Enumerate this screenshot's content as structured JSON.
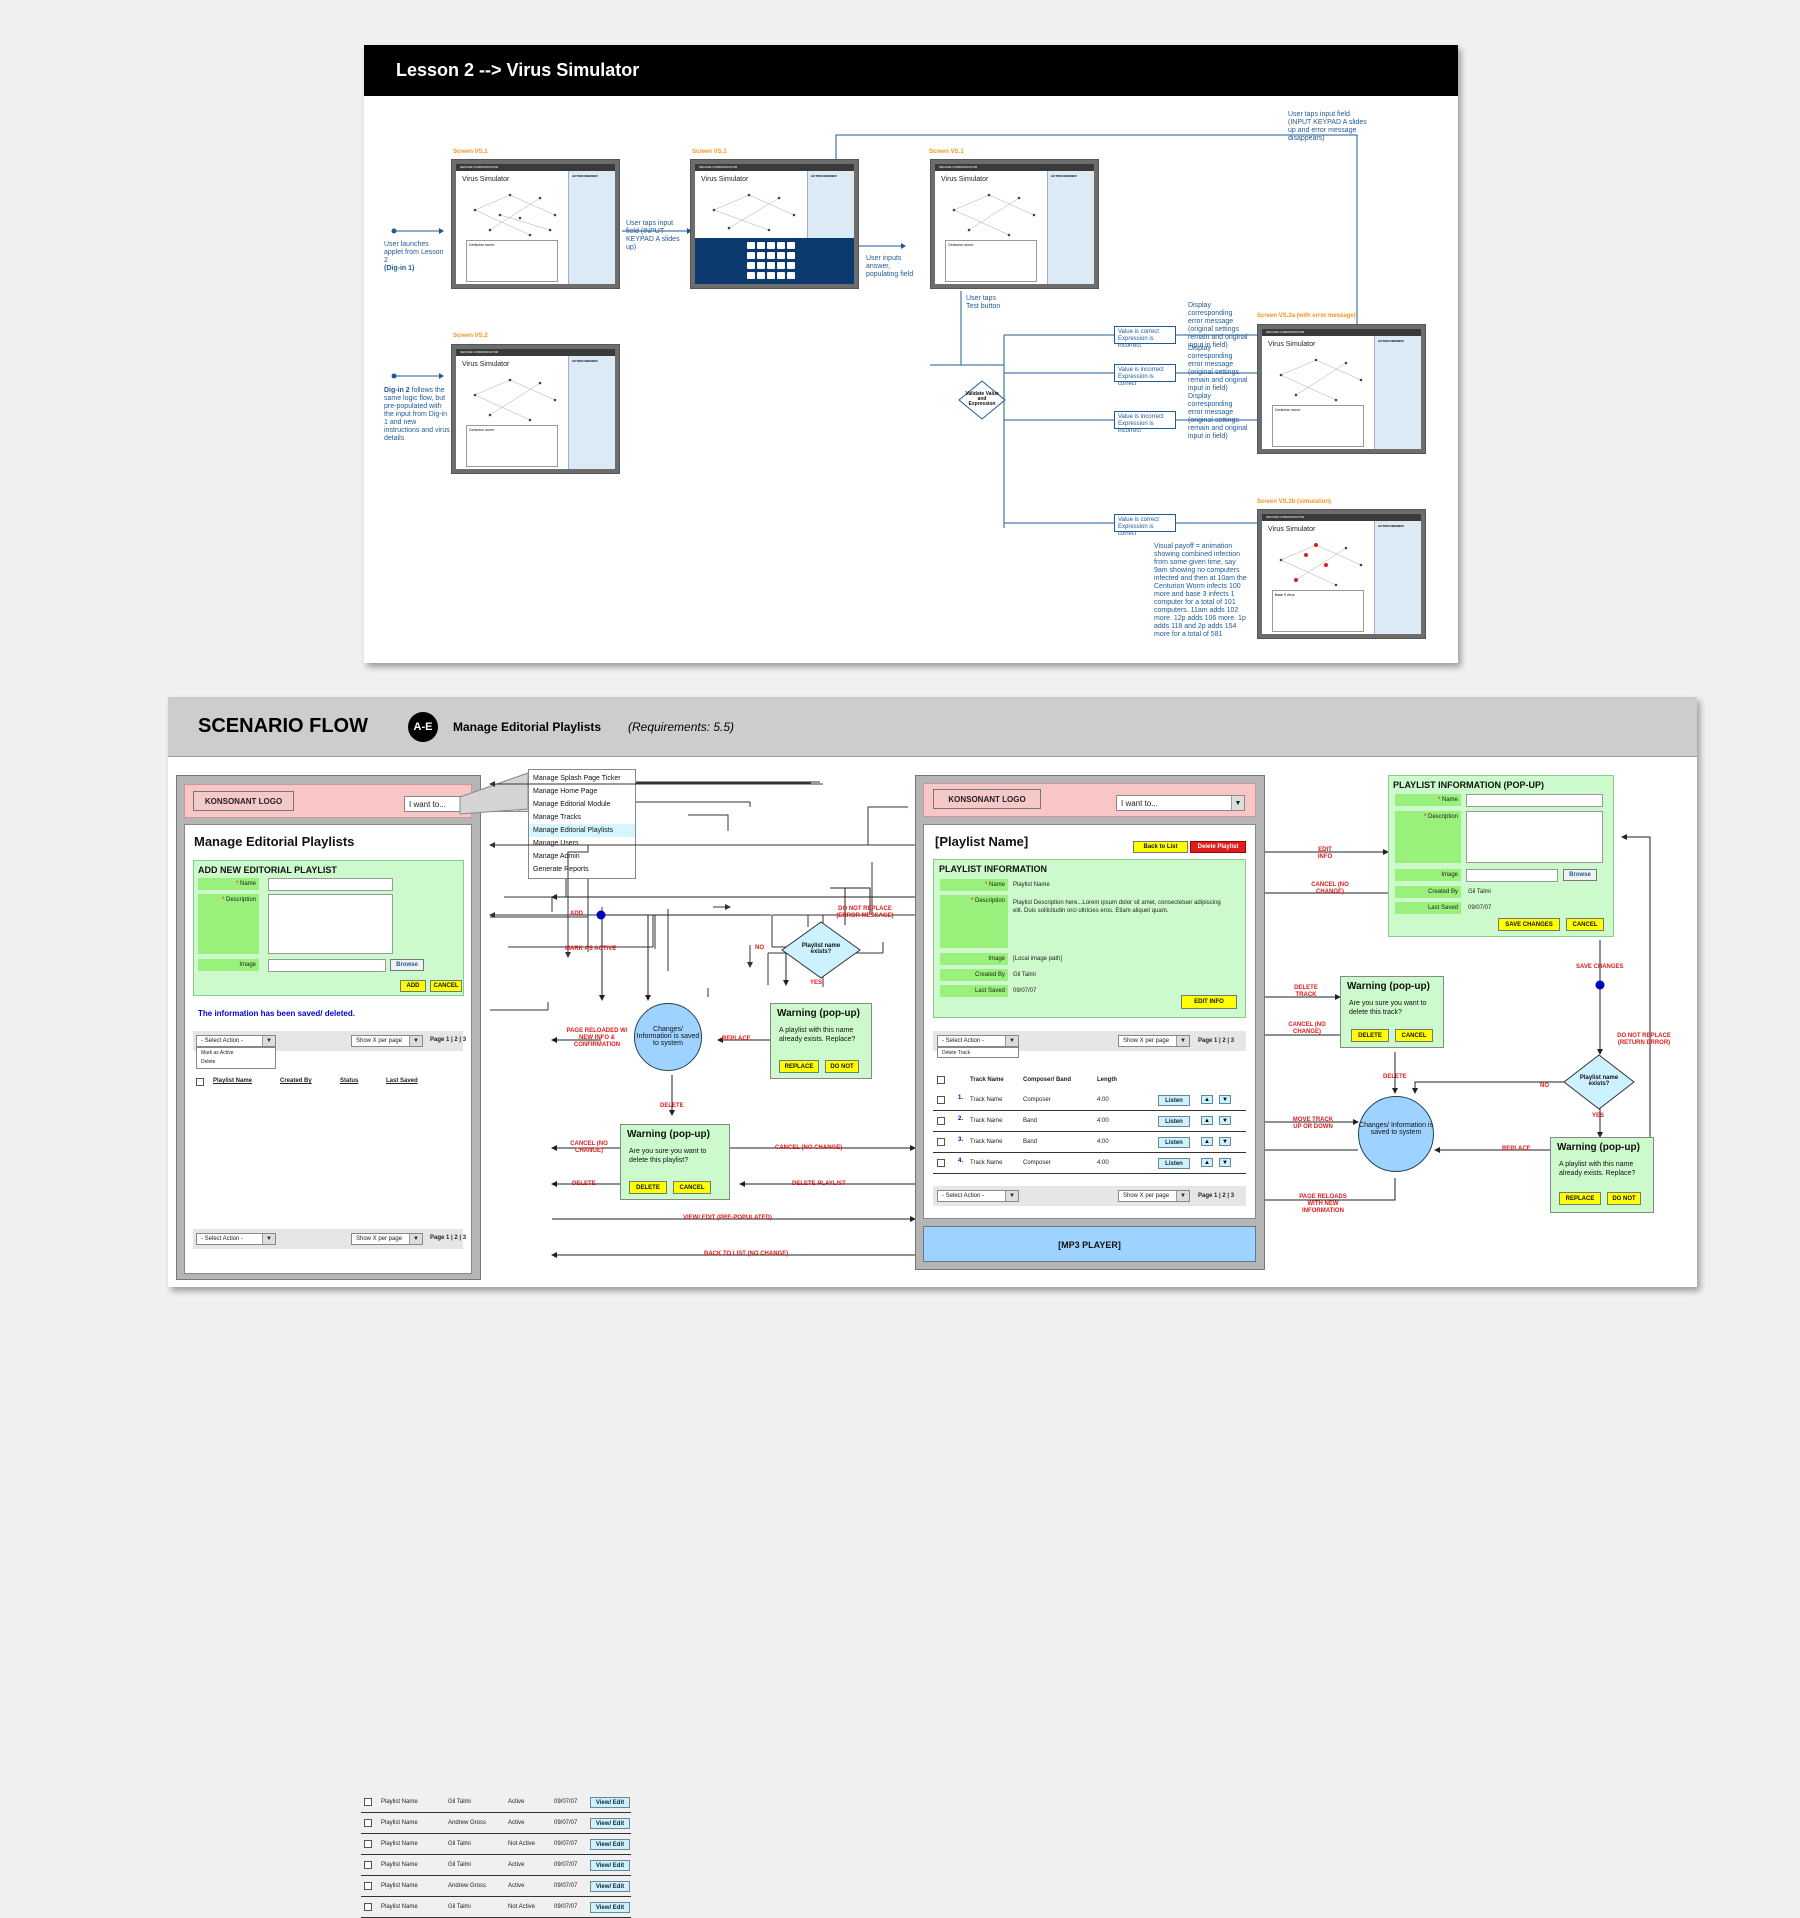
{
  "lesson": {
    "title": "Lesson 2  --> Virus Simulator",
    "screen_vs1": "Screen VS.1",
    "screen_vs2": "Screen VS.2",
    "screen_vs2a": "Screen VS.2a (with error message)",
    "screen_vs2b": "Screen VS.2b (simulation)",
    "thumb_header": "SECURE COMMUNICATOR",
    "thumb_title": "Virus Simulator",
    "thumb_action": "ACTION NEEDED!",
    "thumb_test": "Test",
    "thumb_worm": "Centurion worm:",
    "thumb_base": "Base 3 virus:",
    "notes": {
      "launch": "User launches applet from Lesson 2",
      "digin1": "(Dig-in 1)",
      "taps_input": "User taps input field (INPUT KEYPAD A slides up)",
      "inputs": "User inputs answer, populating field",
      "taps_test": "User taps Test button",
      "top_right": "User taps input field (INPUT KEYPAD A slides up and error message disappears)",
      "digin2_bold": "Dig-in 2",
      "digin2": "follows the same logic flow, but pre-populated with the input from Dig-in 1 and new instructions and virus details",
      "validate": "Validate Value and Expression",
      "payoff": "Visual payoff = animation showing combined infection from some given time, say 9am showing no computers infected and then at 10am the Centurion Worm infects 100 more and base 3 infects 1 computer for a total of 101 computers. 11am adds 102 more. 12p adds 106 more. 1p adds 118 and 2p adds 154 more for a total of 581"
    },
    "flow_boxes": [
      {
        "line1": "Value is correct",
        "line2": "Expression is incorrect",
        "note": "Display corresponding error message (original settings remain and original input in field)"
      },
      {
        "line1": "Value is incorrect",
        "line2": "Expression is correct",
        "note": "Display corresponding error message (original settings remain and original input in field)"
      },
      {
        "line1": "Value is incorrect",
        "line2": "Expression is incorrect",
        "note": "Display corresponding error message (original settings remain and original input in field)"
      },
      {
        "line1": "Value is correct",
        "line2": "Expression is correct",
        "note": ""
      }
    ]
  },
  "scenario": {
    "title": "SCENARIO FLOW",
    "badge": "A-E",
    "subtitle": "Manage Editorial Playlists",
    "requirements": "(Requirements: 5.5)",
    "logo": "KONSONANT LOGO",
    "i_want": "I want to...",
    "menu": [
      "Manage Splash Page Ticker",
      "Manage Home Page",
      "Manage Editorial Module",
      "Manage Tracks",
      "Manage Editorial Playlists",
      "Manage Users",
      "Manage Admin",
      "Generate Reports"
    ],
    "left": {
      "page_title": "Manage Editorial Playlists",
      "form_title": "ADD NEW EDITORIAL PLAYLIST",
      "name": "Name",
      "description": "Description",
      "image": "Image",
      "browse": "Browse",
      "add": "ADD",
      "cancel": "CANCEL",
      "saved_msg": "The information has been saved/ deleted.",
      "select_action": "- Select Action -",
      "dd_opt1": "Mark as Active",
      "dd_opt2": "Delete",
      "show_x": "Show X per page",
      "page_prefix": "Page",
      "page_nums": "1 | 2 | 3",
      "cols": [
        "Playlist Name",
        "Created By",
        "Status",
        "Last Saved"
      ],
      "view_edit": "View/ Edit",
      "rows": [
        {
          "name": "Playlist Name",
          "by": "Gil Talmi",
          "status": "Active",
          "date": "09/07/07"
        },
        {
          "name": "Playlist Name",
          "by": "Andrew Gross",
          "status": "Active",
          "date": "09/07/07"
        },
        {
          "name": "Playlist Name",
          "by": "Gil Talmi",
          "status": "Not Active",
          "date": "09/07/07"
        },
        {
          "name": "Playlist Name",
          "by": "Gil Talmi",
          "status": "Active",
          "date": "09/07/07"
        },
        {
          "name": "Playlist Name",
          "by": "Andrew Gross",
          "status": "Active",
          "date": "09/07/07"
        },
        {
          "name": "Playlist Name",
          "by": "Gil Talmi",
          "status": "Not Active",
          "date": "09/07/07"
        }
      ]
    },
    "center": {
      "warn_title": "Warning (pop-up)",
      "warn_exists": "A playlist with this name already exists. Replace?",
      "replace": "REPLACE",
      "do_not": "DO NOT",
      "circle": "Changes/ Information is saved to system",
      "diamond": "Playlist name exists?",
      "warn_delete": "Are you sure you want to delete this playlist?",
      "delete": "DELETE",
      "cancel": "CANCEL",
      "labels": {
        "add": "ADD",
        "mark_active": "MARK AS ACTIVE",
        "page_reloaded": "PAGE RELOADED W/ NEW INFO & CONFIRMATION",
        "replace": "REPLACE",
        "no": "NO",
        "yes": "YES",
        "do_not_replace": "DO NOT REPLACE (ERROR MESSAGE)",
        "delete": "DELETE",
        "cancel_no_change": "CANCEL (NO CHANGE)",
        "delete_l": "DELETE",
        "cancel_right": "CANCEL (NO CHANGE)",
        "delete_playlist": "DELETE PLAYLIST",
        "view_edit": "VIEW/ EDIT (PRE-POPULATED)",
        "back_to_list": "BACK TO LIST (NO CHANGE)"
      }
    },
    "right": {
      "page_title": "[Playlist Name]",
      "back_to_list": "Back to List",
      "delete_playlist": "Delete Playlist",
      "info_title": "PLAYLIST INFORMATION",
      "name": "Name",
      "name_val": "Playlist Name",
      "description": "Description",
      "desc_val": "Playlist Description here...Lorem ipsum dolor sit amet, consectetuer adipiscing elit. Duis sollicitudin orci ultricies eros. Etiam aliquet quam.",
      "image": "Image",
      "image_val": "[Local image path]",
      "created_by": "Created By",
      "created_val": "Gil Talmi",
      "last_saved": "Last Saved",
      "saved_val": "09/07/07",
      "edit_info": "EDIT INFO",
      "select_action": "- Select Action -",
      "dd_opt1": "Delete Track",
      "show_x": "Show X per page",
      "cols": [
        "Track Name",
        "Composer/ Band",
        "Length"
      ],
      "listen": "Listen",
      "tracks": [
        {
          "n": "1.",
          "name": "Track Name",
          "by": "Composer",
          "len": "4:00"
        },
        {
          "n": "2.",
          "name": "Track Name",
          "by": "Band",
          "len": "4:00"
        },
        {
          "n": "3.",
          "name": "Track Name",
          "by": "Band",
          "len": "4:00"
        },
        {
          "n": "4.",
          "name": "Track Name",
          "by": "Composer",
          "len": "4:00"
        }
      ],
      "player": "[MP3 PLAYER]"
    },
    "far_right": {
      "popup_title": "PLAYLIST INFORMATION (POP-UP)",
      "name": "Name",
      "description": "Description",
      "image": "Image",
      "browse": "Browse",
      "created_by": "Created By",
      "created_val": "Gil Talmi",
      "last_saved": "Last Saved",
      "saved_val": "09/07/07",
      "save_changes": "SAVE CHANGES",
      "cancel": "CANCEL",
      "warn_title": "Warning (pop-up)",
      "warn_track": "Are you sure you want to delete this track?",
      "delete": "DELETE",
      "cancel2": "CANCEL",
      "circle": "Changes/ Information is saved to system",
      "diamond": "Playlist name exists?",
      "warn_exists": "A playlist with this name already exists. Replace?",
      "replace": "REPLACE",
      "do_not": "DO NOT",
      "labels": {
        "edit_info": "EDIT INFO",
        "cancel_no_change": "CANCEL (NO CHANGE)",
        "save_changes": "SAVE CHANGES",
        "delete_track": "DELETE TRACK",
        "cancel2": "CANCEL (NO CHANGE)",
        "delete": "DELETE",
        "no": "NO",
        "yes": "YES",
        "do_not_replace": "DO NOT REPLACE (RETURN ERROR)",
        "move_track": "MOVE TRACK UP OR DOWN",
        "replace": "REPLACE",
        "page_reloads": "PAGE RELOADS WITH NEW INFORMATION"
      }
    }
  }
}
